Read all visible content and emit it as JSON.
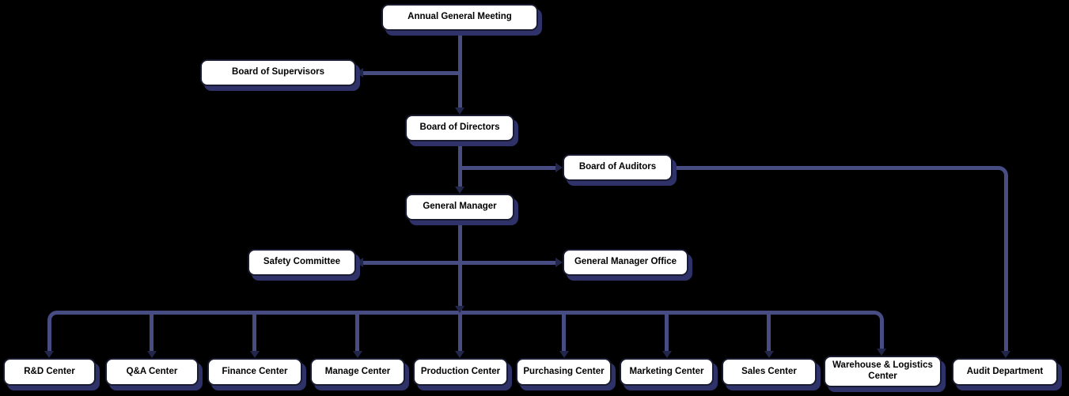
{
  "nodes": {
    "agm": {
      "label": "Annual General Meeting"
    },
    "supervisors": {
      "label": "Board of Supervisors"
    },
    "directors": {
      "label": "Board of Directors"
    },
    "auditors": {
      "label": "Board of Auditors"
    },
    "general_manager": {
      "label": "General Manager"
    },
    "safety": {
      "label": "Safety Committee"
    },
    "gm_office": {
      "label": "General Manager Office"
    },
    "rd": {
      "label": "R&D Center"
    },
    "qa": {
      "label": "Q&A Center"
    },
    "finance": {
      "label": "Finance Center"
    },
    "manage": {
      "label": "Manage Center"
    },
    "production": {
      "label": "Production Center"
    },
    "purchasing": {
      "label": "Purchasing Center"
    },
    "marketing": {
      "label": "Marketing Center"
    },
    "sales": {
      "label": "Sales Center"
    },
    "warehouse": {
      "label": "Warehouse & Logistics Center"
    },
    "audit": {
      "label": "Audit Department"
    }
  },
  "colors": {
    "background": "#000000",
    "node_fill": "#ffffff",
    "node_border": "#191b30",
    "node_shadow": "#2e3268",
    "line": "#474c82",
    "arrow": "#23264b",
    "text": "#000000"
  }
}
